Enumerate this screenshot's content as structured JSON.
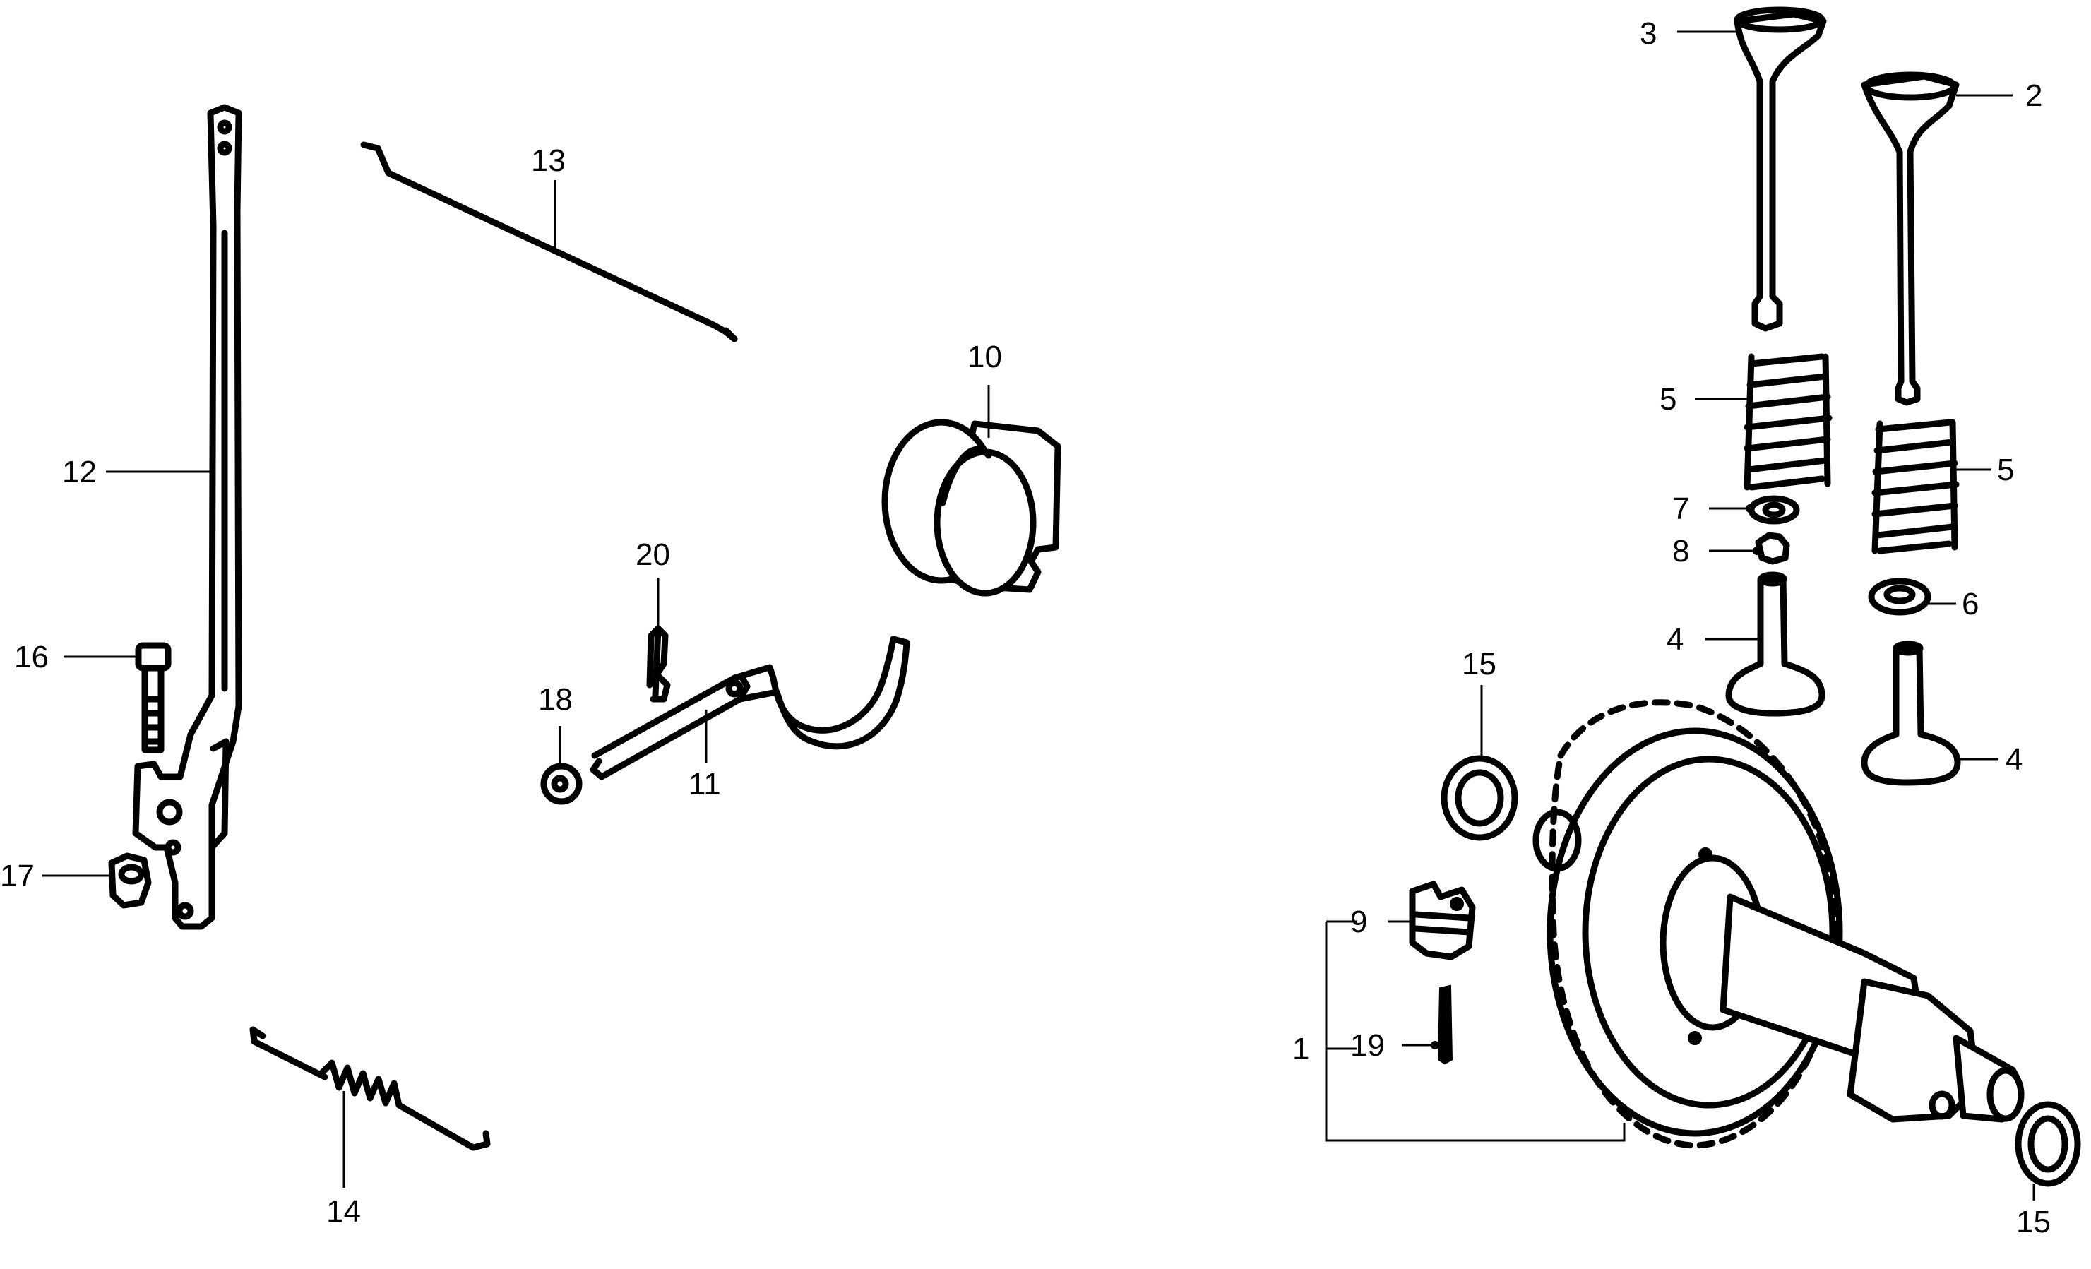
{
  "labels": {
    "l1": "1",
    "l2": "2",
    "l3": "3",
    "l4a": "4",
    "l4b": "4",
    "l5a": "5",
    "l5b": "5",
    "l6": "6",
    "l7": "7",
    "l8": "8",
    "l9": "9",
    "l10": "10",
    "l11": "11",
    "l12": "12",
    "l13": "13",
    "l14": "14",
    "l15a": "15",
    "l15b": "15",
    "l16": "16",
    "l17": "17",
    "l18": "18",
    "l19": "19",
    "l20": "20"
  }
}
